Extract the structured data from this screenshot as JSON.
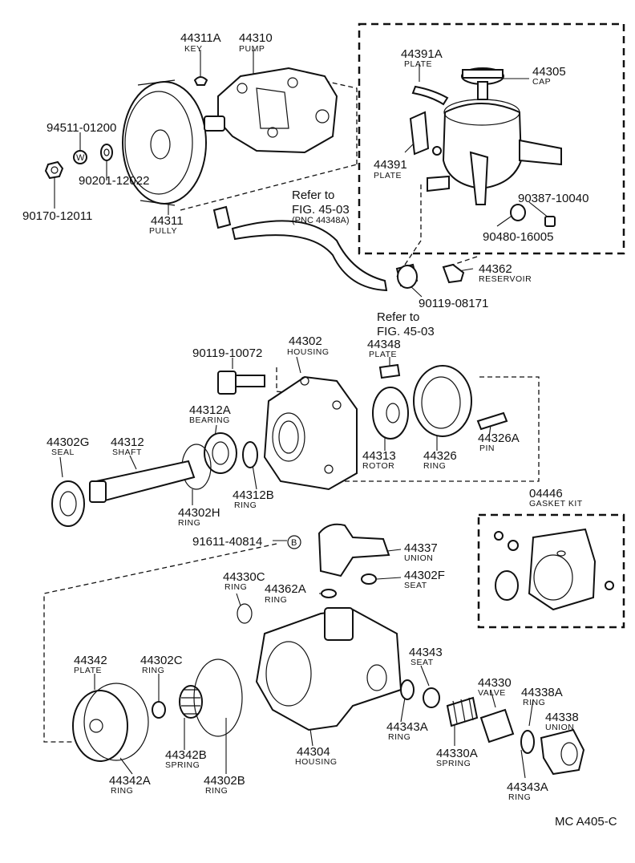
{
  "callouts": {
    "p44311A": {
      "number": "44311A",
      "name": "KEY"
    },
    "p44310": {
      "number": "44310",
      "name": "PUMP"
    },
    "p94511": {
      "number": "94511-01200"
    },
    "p90201": {
      "number": "90201-12022"
    },
    "p90170": {
      "number": "90170-12011"
    },
    "p44311": {
      "number": "44311",
      "name": "PULLY"
    },
    "p44391A": {
      "number": "44391A",
      "name": "PLATE"
    },
    "p44305": {
      "number": "44305",
      "name": "CAP"
    },
    "p44391": {
      "number": "44391",
      "name": "PLATE"
    },
    "p90387": {
      "number": "90387-10040"
    },
    "p90480": {
      "number": "90480-16005"
    },
    "p44362": {
      "number": "44362",
      "name": "RESERVOIR"
    },
    "p90119a": {
      "number": "90119-08171"
    },
    "p90119b": {
      "number": "90119-10072"
    },
    "p44302": {
      "number": "44302",
      "name": "HOUSING"
    },
    "p44348": {
      "number": "44348",
      "name": "PLATE"
    },
    "p44312A": {
      "number": "44312A",
      "name": "BEARING"
    },
    "p44302G": {
      "number": "44302G",
      "name": "SEAL"
    },
    "p44312": {
      "number": "44312",
      "name": "SHAFT"
    },
    "p44313": {
      "number": "44313",
      "name": "ROTOR"
    },
    "p44326": {
      "number": "44326",
      "name": "RING"
    },
    "p44326A": {
      "number": "44326A",
      "name": "PIN"
    },
    "p44312B": {
      "number": "44312B",
      "name": "RING"
    },
    "p44302H": {
      "number": "44302H",
      "name": "RING"
    },
    "p04446": {
      "number": "04446",
      "name": "GASKET KIT"
    },
    "p91611": {
      "number": "91611-40814",
      "symbol": "B"
    },
    "p44337": {
      "number": "44337",
      "name": "UNION"
    },
    "p44330C": {
      "number": "44330C",
      "name": "RING"
    },
    "p44362A": {
      "number": "44362A",
      "name": "RING"
    },
    "p44302F": {
      "number": "44302F",
      "name": "SEAT"
    },
    "p44342": {
      "number": "44342",
      "name": "PLATE"
    },
    "p44302C": {
      "number": "44302C",
      "name": "RING"
    },
    "p44343": {
      "number": "44343",
      "name": "SEAT"
    },
    "p44330": {
      "number": "44330",
      "name": "VALVE"
    },
    "p44338A": {
      "number": "44338A",
      "name": "RING"
    },
    "p44338": {
      "number": "44338",
      "name": "UNION"
    },
    "p44304": {
      "number": "44304",
      "name": "HOUSING"
    },
    "p44343Aa": {
      "number": "44343A",
      "name": "RING"
    },
    "p44330A": {
      "number": "44330A",
      "name": "SPRING"
    },
    "p44342B": {
      "number": "44342B",
      "name": "SPRING"
    },
    "p44342A": {
      "number": "44342A",
      "name": "RING"
    },
    "p44302B": {
      "number": "44302B",
      "name": "RING"
    },
    "p44343Ab": {
      "number": "44343A",
      "name": "RING"
    }
  },
  "references": {
    "hose_top": {
      "line1": "Refer to",
      "line2": "FIG. 45-03",
      "line3": "(PNC 44348A)"
    },
    "hose_bottom": {
      "line1": "Refer to",
      "line2": "FIG. 45-03"
    }
  },
  "washer_mark": "W",
  "drawing_code": "MC A405-C"
}
